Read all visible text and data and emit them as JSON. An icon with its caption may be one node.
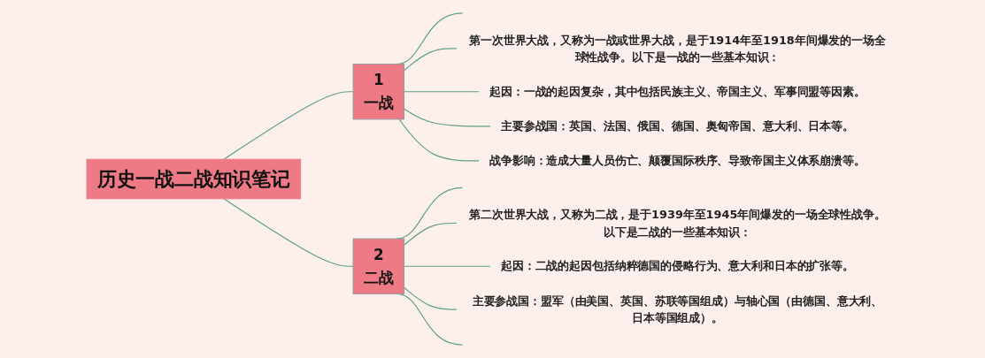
{
  "diagram": {
    "nodes": [
      {
        "text": [
          "历史一战二战知识笔记"
        ]
      },
      {
        "text": [
          "1",
          "一战"
        ]
      },
      {
        "text": [
          "第一次世界大战，又称为一战或世界大战，是于1914年至1918年间爆发的一场全球性战争。以下是一战的一些基本知识："
        ]
      },
      {
        "text": [
          "起因：一战的起因复杂，其中包括民族主义、帝国主义、军事同盟等因素。"
        ]
      },
      {
        "text": [
          "主要参战国：英国、法国、俄国、德国、奥匈帝国、意大利、日本等。"
        ]
      },
      {
        "text": [
          "战争影响：造成大量人员伤亡、颠覆国际秩序、导致帝国主义体系崩溃等。"
        ]
      },
      {
        "text": [
          "2",
          "二战"
        ]
      },
      {
        "text": [
          "第二次世界大战，又称为二战，是于1939年至1945年间爆发的一场全球性战争。以下是二战的一些基本知识："
        ]
      },
      {
        "text": [
          "起因：二战的起因包括纳粹德国的侵略行为、意大利和日本的扩张等。"
        ]
      },
      {
        "text": [
          "主要参战国：盟军（由美国、英国、苏联等国组成）与轴心国（由德国、意大利、日本等国组成）。"
        ]
      }
    ],
    "edges": [
      {
        "from": 0,
        "to": 1,
        "arrow": "none"
      },
      {
        "from": 1,
        "to": null,
        "arrow": "none"
      },
      {
        "from": 1,
        "to": 2,
        "arrow": "none"
      },
      {
        "from": 1,
        "to": 3,
        "arrow": "none"
      },
      {
        "from": 1,
        "to": 4,
        "arrow": "none"
      },
      {
        "from": 1,
        "to": 5,
        "arrow": "none"
      },
      {
        "from": 0,
        "to": 6,
        "arrow": "none"
      },
      {
        "from": 6,
        "to": null,
        "arrow": "none"
      },
      {
        "from": 6,
        "to": 7,
        "arrow": "none"
      },
      {
        "from": 6,
        "to": 8,
        "arrow": "none"
      },
      {
        "from": 6,
        "to": 9,
        "arrow": "none"
      },
      {
        "from": 6,
        "to": null,
        "arrow": "none"
      }
    ]
  }
}
